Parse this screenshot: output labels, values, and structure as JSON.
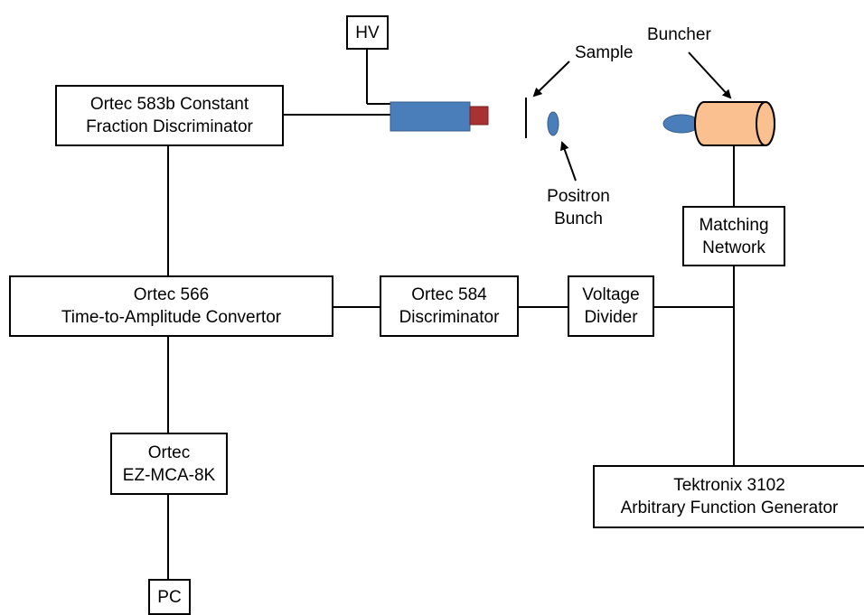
{
  "boxes": {
    "hv": "HV",
    "cfd": [
      "Ortec 583b Constant",
      "Fraction Discriminator"
    ],
    "tac": [
      "Ortec 566",
      "Time-to-Amplitude Convertor"
    ],
    "disc584": [
      "Ortec 584",
      "Discriminator"
    ],
    "voltage_divider": [
      "Voltage",
      "Divider"
    ],
    "matching_network": [
      "Matching",
      "Network"
    ],
    "mca": [
      "Ortec",
      "EZ-MCA-8K"
    ],
    "pc": "PC",
    "afg": [
      "Tektronix 3102",
      "Arbitrary Function Generator"
    ]
  },
  "labels": {
    "sample": "Sample",
    "buncher": "Buncher",
    "positron_bunch": [
      "Positron",
      "Bunch"
    ]
  },
  "colors": {
    "detector_body": "#4a7ebb",
    "detector_cap": "#a83232",
    "buncher_body": "#fac090",
    "buncher_edge": "#000000",
    "positron_bunch": "#4a7ebb"
  }
}
